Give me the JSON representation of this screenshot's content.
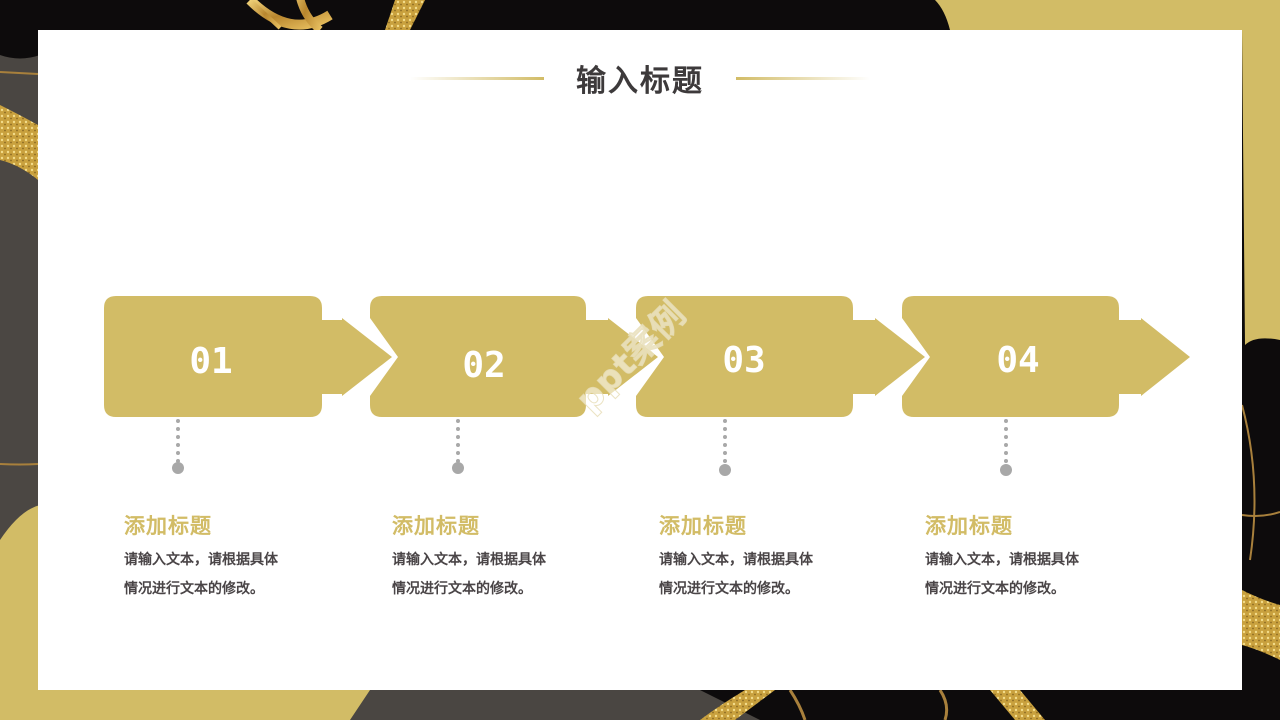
{
  "slide": {
    "title": "输入标题",
    "watermark": "ppt案例",
    "colors": {
      "accent_gold": "#d2bc66",
      "title_dark": "#3d3a3b",
      "body_text": "#4a4547",
      "connector_gray": "#a8a8a8",
      "background_dark": "#0d0b0c",
      "card": "#ffffff"
    }
  },
  "steps": [
    {
      "number": "01",
      "title": "添加标题",
      "desc_line1": "请输入文本，请根据具体",
      "desc_line2": "情况进行文本的修改。"
    },
    {
      "number": "02",
      "title": "添加标题",
      "desc_line1": "请输入文本，请根据具体",
      "desc_line2": "情况进行文本的修改。"
    },
    {
      "number": "03",
      "title": "添加标题",
      "desc_line1": "请输入文本，请根据具体",
      "desc_line2": "情况进行文本的修改。"
    },
    {
      "number": "04",
      "title": "添加标题",
      "desc_line1": "请输入文本，请根据具体",
      "desc_line2": "情况进行文本的修改。"
    }
  ]
}
